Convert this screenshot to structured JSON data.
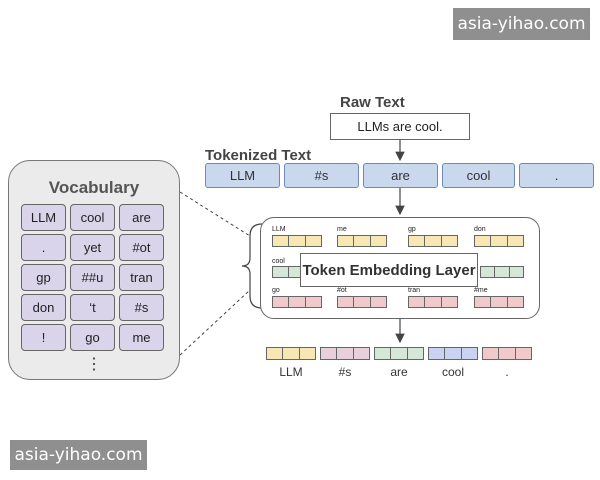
{
  "watermark": {
    "top": "asia-yihao.com",
    "bottom": "asia-yihao.com"
  },
  "raw": {
    "heading": "Raw Text",
    "text": "LLMs are cool."
  },
  "tokenized": {
    "heading": "Tokenized Text",
    "tokens": [
      "LLM",
      "#s",
      "are",
      "cool",
      "."
    ]
  },
  "vocabulary": {
    "title": "Vocabulary",
    "cells": [
      "LLM",
      "cool",
      "are",
      ".",
      "yet",
      "#ot",
      "gp",
      "##u",
      "tran",
      "don",
      "‘t",
      "#s",
      "!",
      "go",
      "me"
    ],
    "more": "⋮"
  },
  "embedding": {
    "label": "Token Embedding Layer",
    "row1": [
      "LLM",
      "me",
      "gp",
      "don"
    ],
    "row2_left": "cool",
    "row3": [
      "go",
      "#ot",
      "tran",
      "#me"
    ]
  },
  "output": {
    "labels": [
      "LLM",
      "#s",
      "are",
      "cool",
      "."
    ]
  },
  "colors": {
    "token": "#c9d8ec",
    "vocab_cell": "#d9d4ea",
    "yellow": "#f7e7b3",
    "green": "#d5e7d6",
    "pink": "#f0c9cb",
    "mauve": "#e7d0da",
    "blue": "#c9d3f1"
  }
}
